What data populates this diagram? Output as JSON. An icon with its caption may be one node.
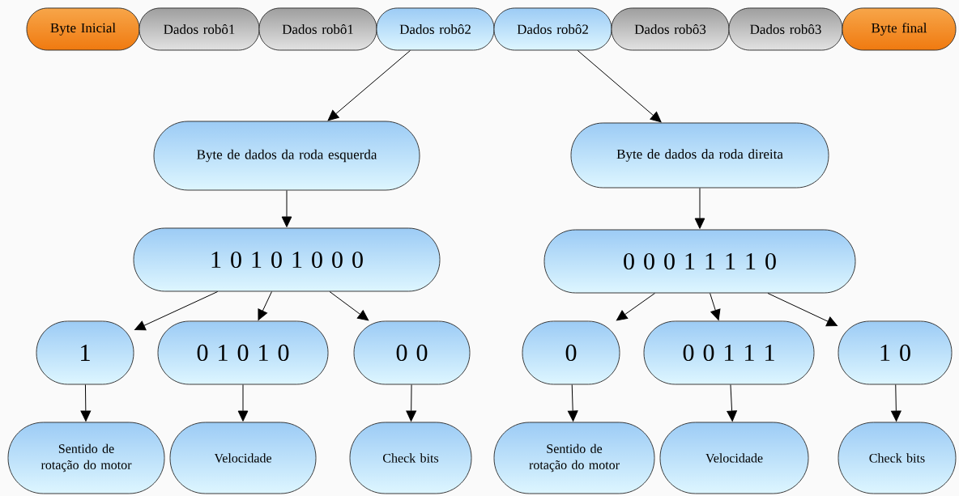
{
  "diagram": {
    "nodes": [
      {
        "text": [
          "Byte Inicial"
        ]
      },
      {
        "text": [
          "Dados robô1"
        ]
      },
      {
        "text": [
          "Dados robô1"
        ]
      },
      {
        "text": [
          "Dados robô2"
        ]
      },
      {
        "text": [
          "Dados robô2"
        ]
      },
      {
        "text": [
          "Dados robô3"
        ]
      },
      {
        "text": [
          "Dados robô3"
        ]
      },
      {
        "text": [
          "Byte final"
        ]
      },
      {
        "text": [
          "Byte de dados da  roda esquerda"
        ]
      },
      {
        "text": [
          "Byte de dados da  roda direita"
        ]
      },
      {
        "text": [
          "1 0 1 0 1 0 0 0"
        ]
      },
      {
        "text": [
          "0 0 0 1 1 1 1 0"
        ]
      },
      {
        "text": [
          "1"
        ]
      },
      {
        "text": [
          "0 1 0 1 0"
        ]
      },
      {
        "text": [
          "0 0"
        ]
      },
      {
        "text": [
          "0"
        ]
      },
      {
        "text": [
          "0 0 1 1 1"
        ]
      },
      {
        "text": [
          "1 0"
        ]
      },
      {
        "text": [
          "Sentido de rotação do motor"
        ]
      },
      {
        "text": [
          "Velocidade"
        ]
      },
      {
        "text": [
          "Check bits"
        ]
      },
      {
        "text": [
          "Sentido de rotação do motor"
        ]
      },
      {
        "text": [
          "Velocidade"
        ]
      },
      {
        "text": [
          "Check bits"
        ]
      }
    ],
    "edges": [
      {
        "from": 3,
        "to": 8,
        "arrow": "to"
      },
      {
        "from": 4,
        "to": 9,
        "arrow": "to"
      },
      {
        "from": 8,
        "to": 10,
        "arrow": "to"
      },
      {
        "from": 9,
        "to": 11,
        "arrow": "to"
      },
      {
        "from": 10,
        "to": 12,
        "arrow": "to"
      },
      {
        "from": 10,
        "to": 13,
        "arrow": "to"
      },
      {
        "from": 10,
        "to": 14,
        "arrow": "to"
      },
      {
        "from": 11,
        "to": 15,
        "arrow": "to"
      },
      {
        "from": 11,
        "to": 16,
        "arrow": "to"
      },
      {
        "from": 11,
        "to": 17,
        "arrow": "to"
      },
      {
        "from": 12,
        "to": 18,
        "arrow": "to"
      },
      {
        "from": 13,
        "to": 19,
        "arrow": "to"
      },
      {
        "from": 14,
        "to": 20,
        "arrow": "to"
      },
      {
        "from": 15,
        "to": 21,
        "arrow": "to"
      },
      {
        "from": 16,
        "to": 22,
        "arrow": "to"
      },
      {
        "from": 17,
        "to": 23,
        "arrow": "to"
      }
    ]
  }
}
